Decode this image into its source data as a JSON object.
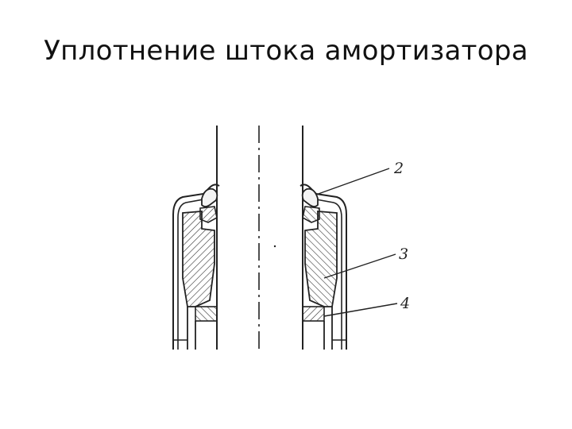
{
  "slide": {
    "title": "Уплотнение штока амортизатора"
  },
  "diagram": {
    "callouts": [
      {
        "id": "2",
        "label": "2"
      },
      {
        "id": "3",
        "label": "3"
      },
      {
        "id": "4",
        "label": "4"
      }
    ],
    "colors": {
      "line": "#222222",
      "hatch": "#333333",
      "background": "#ffffff"
    }
  }
}
